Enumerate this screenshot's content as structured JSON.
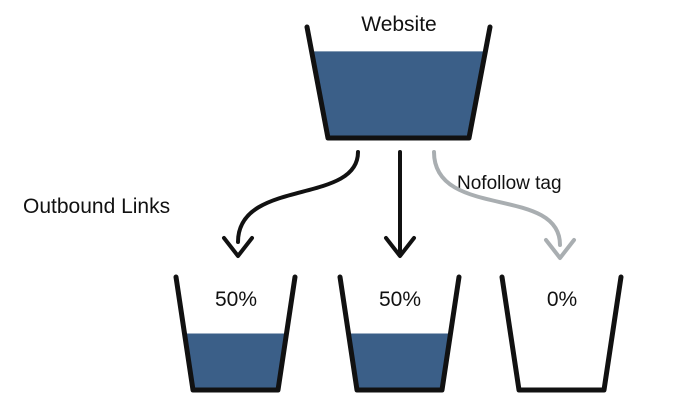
{
  "diagram": {
    "source": {
      "label": "Website",
      "fill_fraction": 0.78
    },
    "outbound_label": "Outbound Links",
    "nofollow_label": "Nofollow tag",
    "buckets": [
      {
        "label": "50%",
        "fill_fraction": 0.5,
        "followed": true
      },
      {
        "label": "50%",
        "fill_fraction": 0.5,
        "followed": true
      },
      {
        "label": "0%",
        "fill_fraction": 0.0,
        "followed": false
      }
    ],
    "colors": {
      "water": "#3b5f88",
      "outline": "#111111",
      "followed_arrow": "#111111",
      "nofollow_arrow": "#a9aeb1",
      "text": "#111111"
    }
  }
}
